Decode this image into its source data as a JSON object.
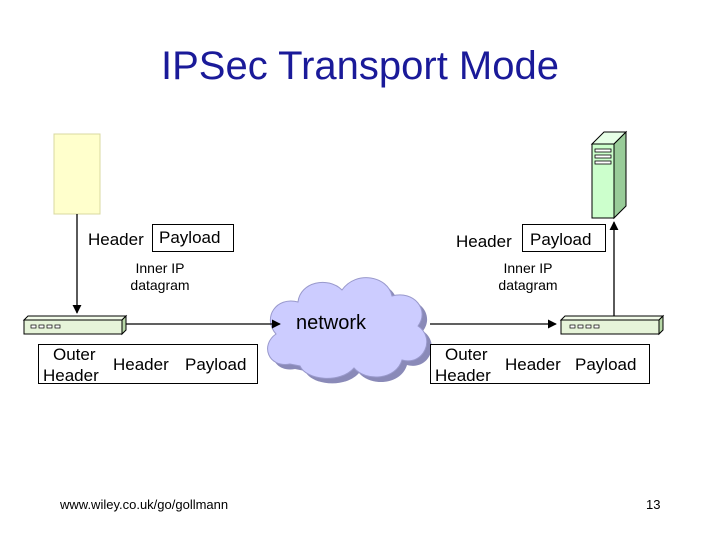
{
  "title": "IPSec Transport Mode",
  "left": {
    "inner_header": "Header",
    "inner_payload": "Payload",
    "inner_label_line1": "Inner IP",
    "inner_label_line2": "datagram",
    "outer_line1": "Outer",
    "outer_line2": "Header",
    "outer_header": "Header",
    "outer_payload": "Payload"
  },
  "right": {
    "inner_header": "Header",
    "inner_payload": "Payload",
    "inner_label_line1": "Inner IP",
    "inner_label_line2": "datagram",
    "outer_line1": "Outer",
    "outer_line2": "Header",
    "outer_header": "Header",
    "outer_payload": "Payload"
  },
  "cloud_label": "network",
  "footer": {
    "url": "www.wiley.co.uk/go/gollmann",
    "page": "13"
  },
  "colors": {
    "title": "#1a1a99",
    "left_host": "#ffffcc",
    "right_host": "#ccffcc",
    "router": "#e6f4d9",
    "cloud": "#ccccff"
  }
}
